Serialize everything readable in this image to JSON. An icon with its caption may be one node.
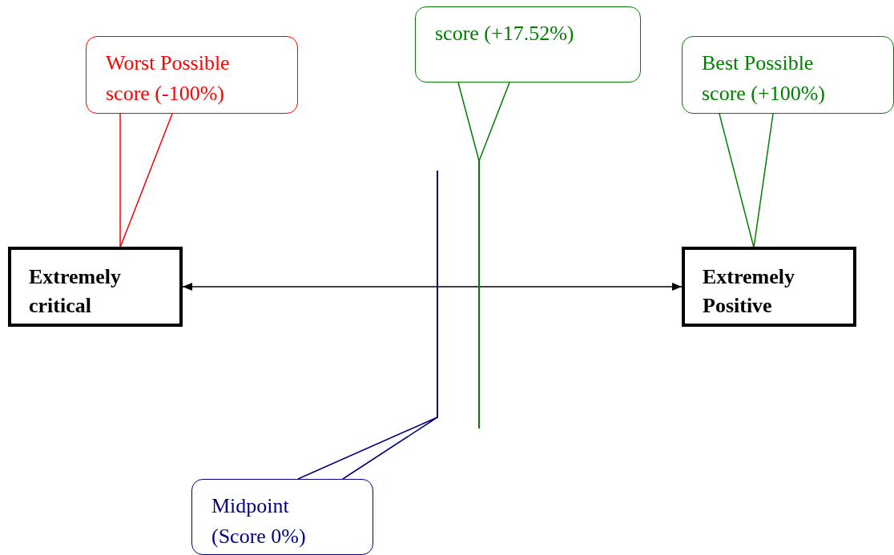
{
  "diagram": {
    "nodes": [
      {
        "text": [
          "Worst Possible score (-100%)"
        ]
      },
      {
        "text": [
          "score (+17.52%)"
        ]
      },
      {
        "text": [
          "Best Possible score (+100%)"
        ]
      },
      {
        "text": [
          "Extremely critical"
        ]
      },
      {
        "text": [
          "Extremely Positive"
        ]
      },
      {
        "text": [],
        "shape": "line"
      },
      {
        "text": [],
        "shape": "line"
      },
      {
        "text": [
          "Midpoint (Score 0%)"
        ]
      }
    ],
    "edges": [
      {
        "from": 3,
        "to": 4,
        "arrow": "both",
        "color": "#000000"
      },
      {
        "from": 0,
        "to": 3,
        "arrow": "none",
        "color": "#ff0000"
      },
      {
        "from": 1,
        "to": 6,
        "arrow": "none",
        "color": "#008000"
      },
      {
        "from": 2,
        "to": 4,
        "arrow": "none",
        "color": "#008000"
      },
      {
        "from": 7,
        "to": 5,
        "arrow": "none",
        "color": "#000080"
      }
    ]
  }
}
